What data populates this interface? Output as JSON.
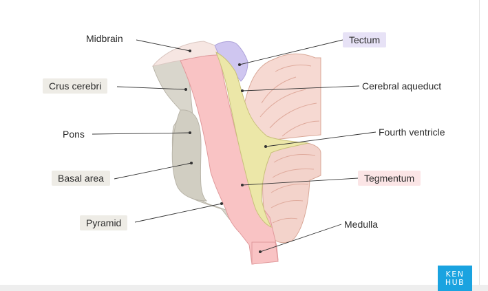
{
  "labels": {
    "midbrain": "Midbrain",
    "crus_cerebri": "Crus cerebri",
    "pons": "Pons",
    "basal_area": "Basal area",
    "pyramid": "Pyramid",
    "tectum": "Tectum",
    "cerebral_aqueduct": "Cerebral aqueduct",
    "fourth_ventricle": "Fourth ventricle",
    "tegmentum": "Tegmentum",
    "medulla": "Medulla"
  },
  "logo": {
    "line1": "KEN",
    "line2": "HUB"
  },
  "colors": {
    "tectum": "#cfc6f0",
    "tegmentum": "#f9c3c4",
    "basal": "#d9d6cc",
    "ventricle": "#ece7a8",
    "cerebellum": "#f3d3cb",
    "logo": "#1aa3e0"
  }
}
